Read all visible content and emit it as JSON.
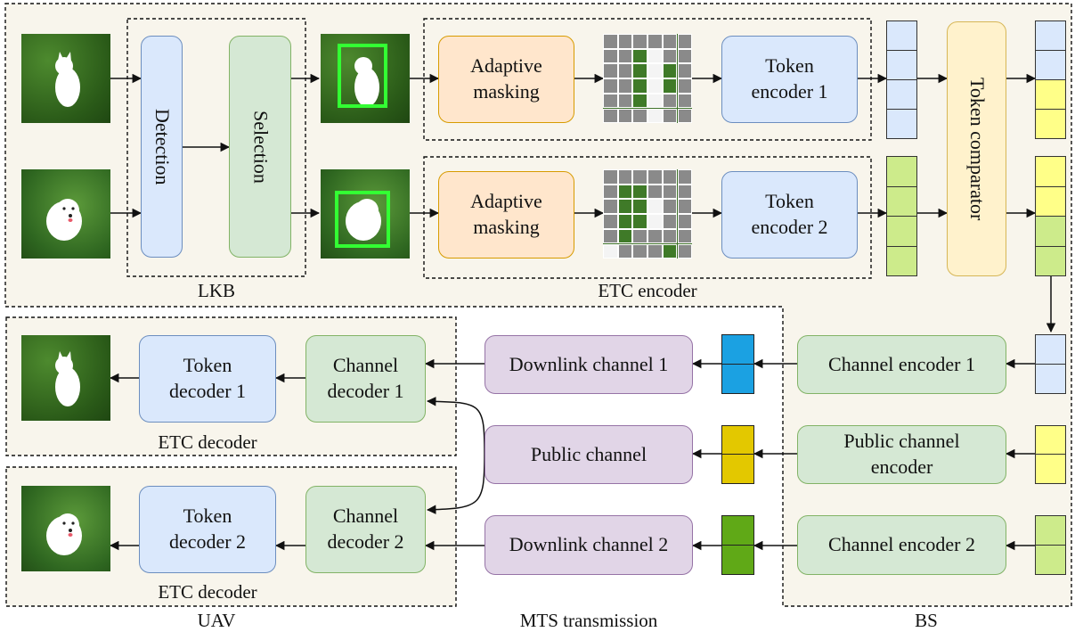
{
  "regions": {
    "lkb": "LKB",
    "etc_encoder": "ETC encoder",
    "uav": "UAV",
    "mts": "MTS transmission",
    "bs": "BS",
    "etc_decoder_1": "ETC decoder",
    "etc_decoder_2": "ETC decoder"
  },
  "blocks": {
    "detection": "Detection",
    "selection": "Selection",
    "adaptive_masking_1": "Adaptive masking",
    "adaptive_masking_2": "Adaptive masking",
    "token_encoder_1": "Token encoder 1",
    "token_encoder_2": "Token encoder 2",
    "token_comparator": "Token comparator",
    "channel_encoder_1": "Channel encoder 1",
    "public_channel_encoder": "Public channel encoder",
    "channel_encoder_2": "Channel encoder 2",
    "downlink_channel_1": "Downlink channel 1",
    "public_channel": "Public channel",
    "downlink_channel_2": "Downlink channel 2",
    "channel_decoder_1": "Channel decoder 1",
    "channel_decoder_2": "Channel decoder 2",
    "token_decoder_1": "Token decoder 1",
    "token_decoder_2": "Token decoder 2"
  },
  "icons": {
    "image_1": "white-cat-photo",
    "image_2": "white-dog-photo"
  },
  "colors": {
    "token_blue": "#dae8fc",
    "token_yellow": "#ffff88",
    "token_green": "#cdeb8b",
    "symbol_1": "#1ba1e2",
    "symbol_public": "#e3c800",
    "symbol_2": "#60a917",
    "bbox": "#33ff33"
  }
}
